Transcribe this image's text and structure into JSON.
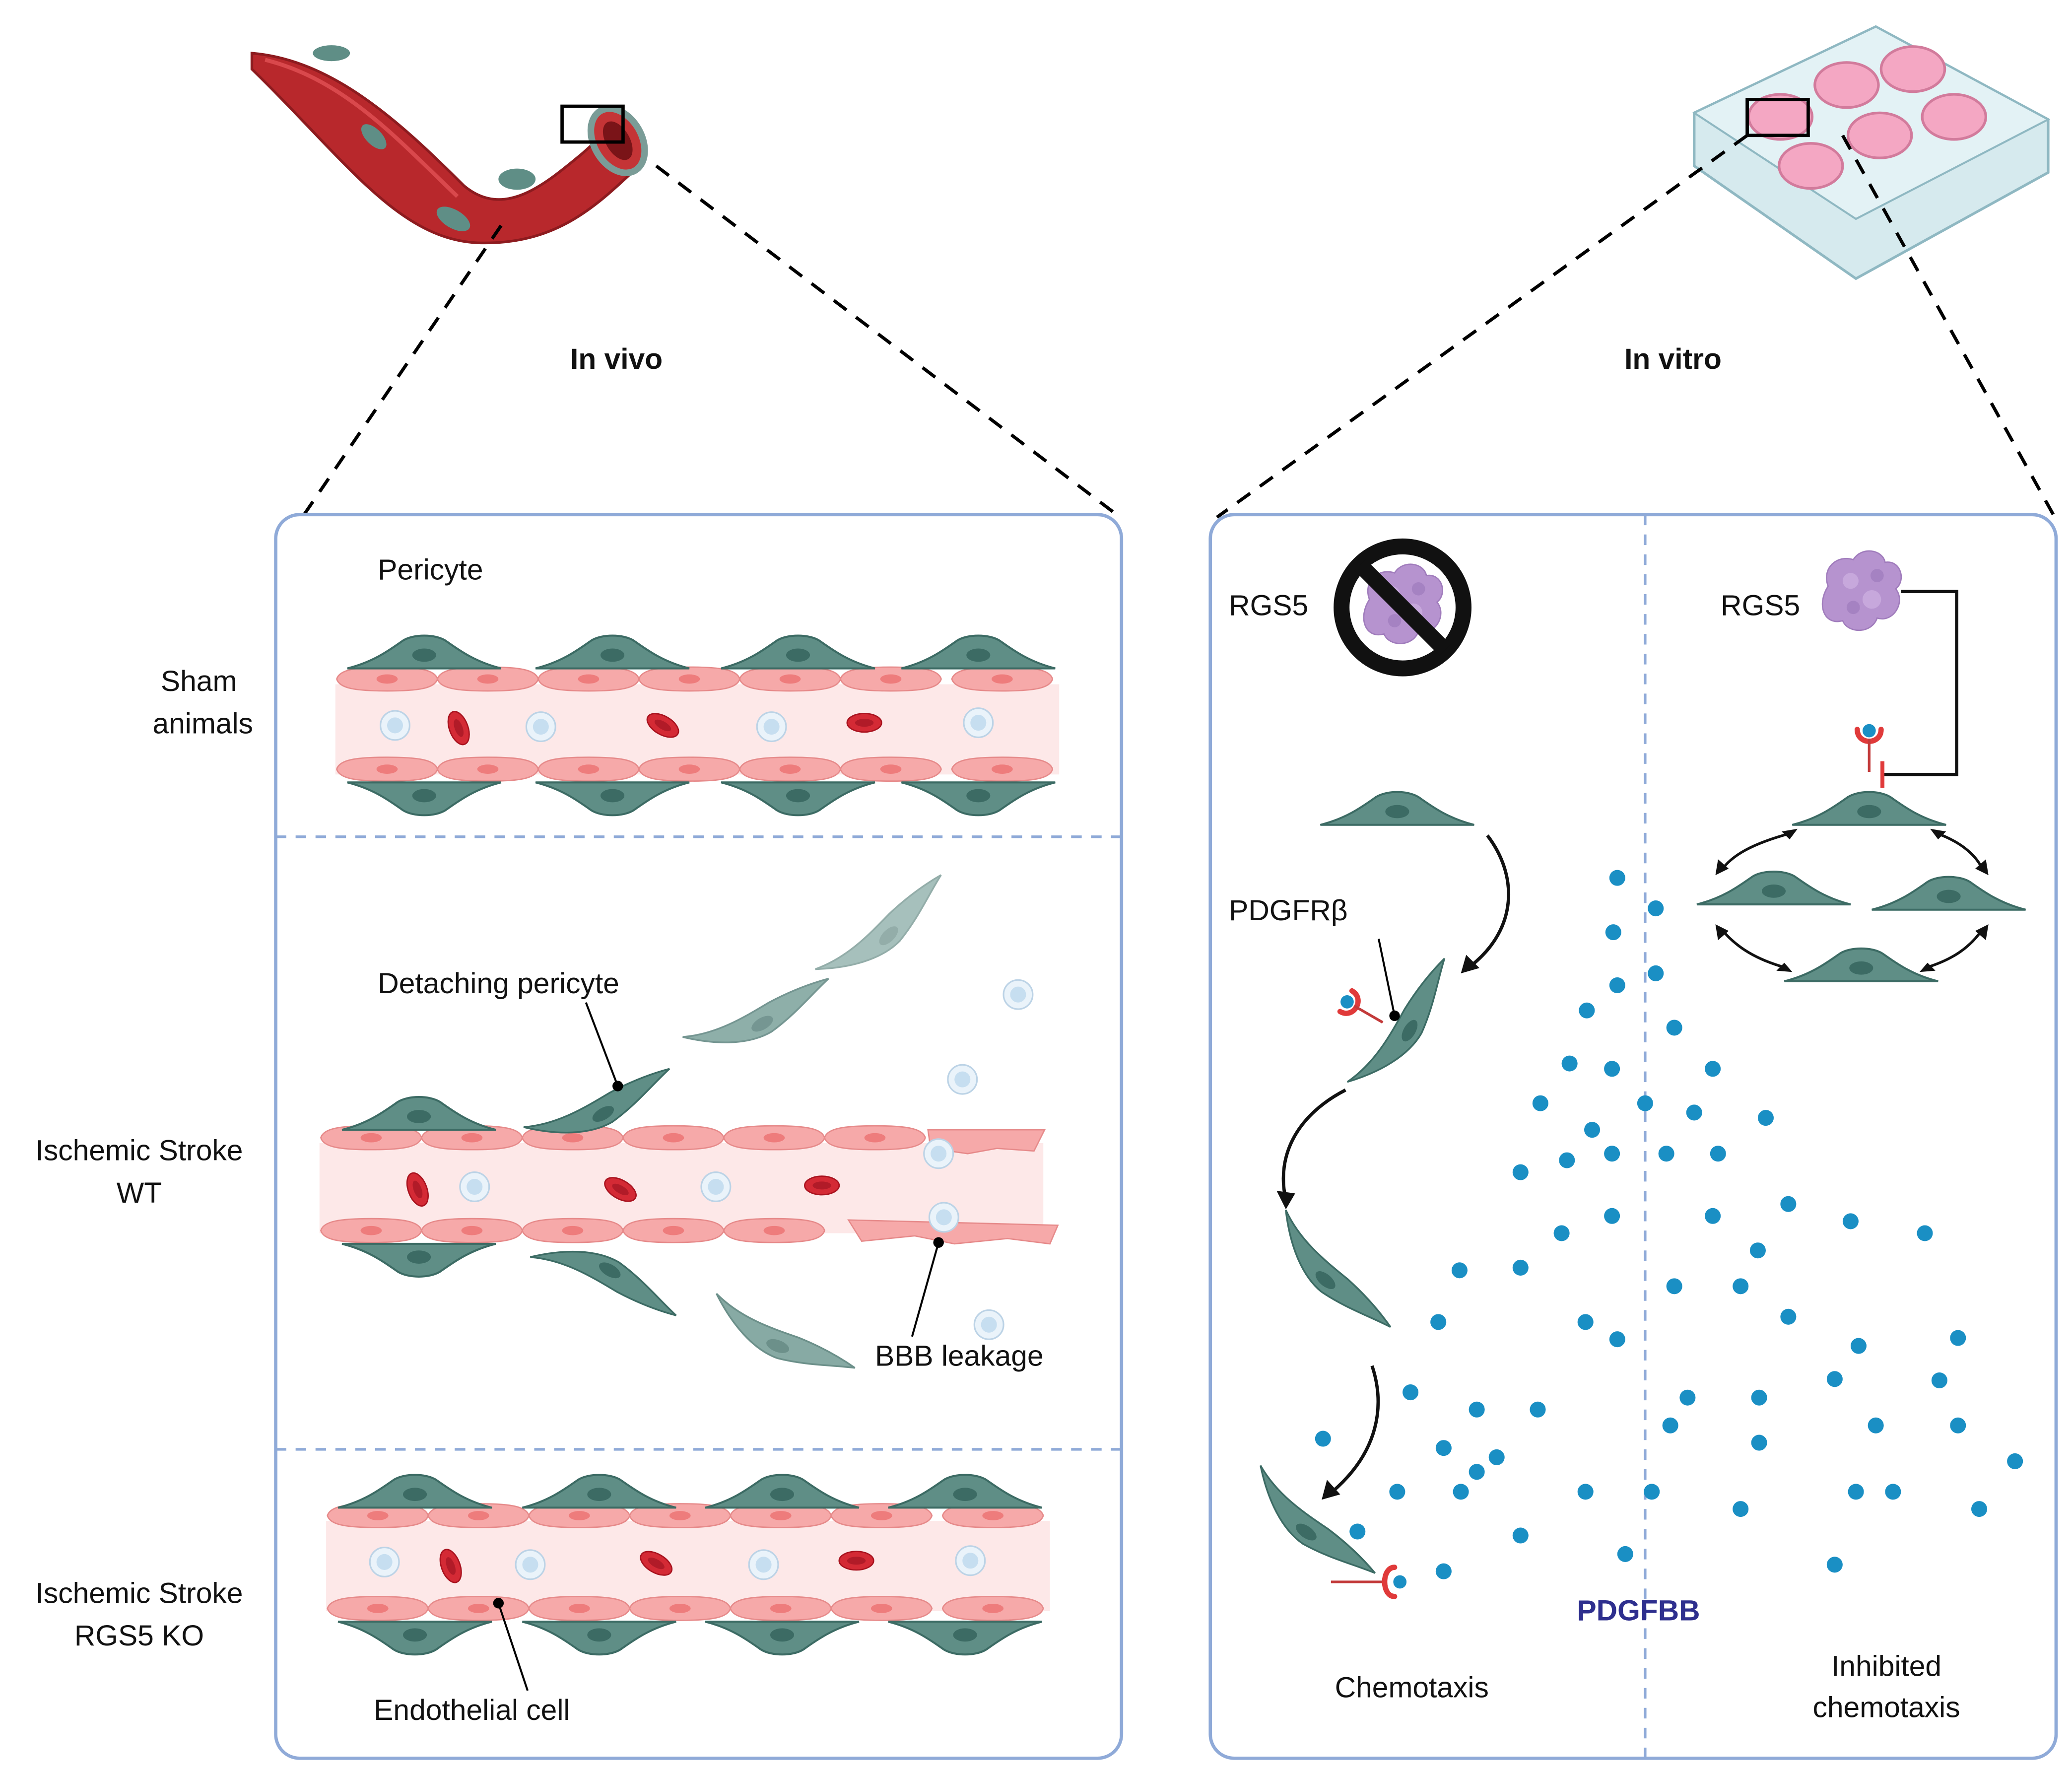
{
  "in_vivo_label": "In vivo",
  "in_vitro_label": "In vitro",
  "in_vivo_panel": {
    "pericyte_label": "Pericyte",
    "rows": {
      "sham": [
        "Sham",
        "animals"
      ],
      "stroke_wt": [
        "Ischemic Stroke",
        "WT"
      ],
      "stroke_ko": [
        "Ischemic Stroke",
        "RGS5 KO"
      ]
    },
    "detaching_pericyte_label": "Detaching pericyte",
    "bbb_leakage_label": "BBB leakage",
    "endothelial_cell_label": "Endothelial cell"
  },
  "in_vitro_panel": {
    "rgs5_absent_label": "RGS5",
    "rgs5_present_label": "RGS5",
    "pdgfrb_label": "PDGFRβ",
    "pdgfbb_label": "PDGFBB",
    "chemotaxis_label": "Chemotaxis",
    "inhibited_label": [
      "Inhibited",
      "chemotaxis"
    ]
  },
  "colors": {
    "vessel_red": "#b8282c",
    "pericyte_teal": "#5f8e86",
    "pericyte_dark": "#3c6b64",
    "endothelium_pink": "#f6a9a9",
    "rbc_red": "#d42a35",
    "panel_border": "#8faad8",
    "pdgf_dot": "#1a8fc4",
    "rgs5_purple": "#b693cf",
    "receptor_red": "#e03a3a",
    "pdgfbb_text": "#2e2f8e"
  },
  "icons": [
    "blood-vessel-icon",
    "cell-culture-plate-icon",
    "rgs5-protein-icon",
    "prohibited-icon",
    "pdgfr-receptor-icon"
  ]
}
